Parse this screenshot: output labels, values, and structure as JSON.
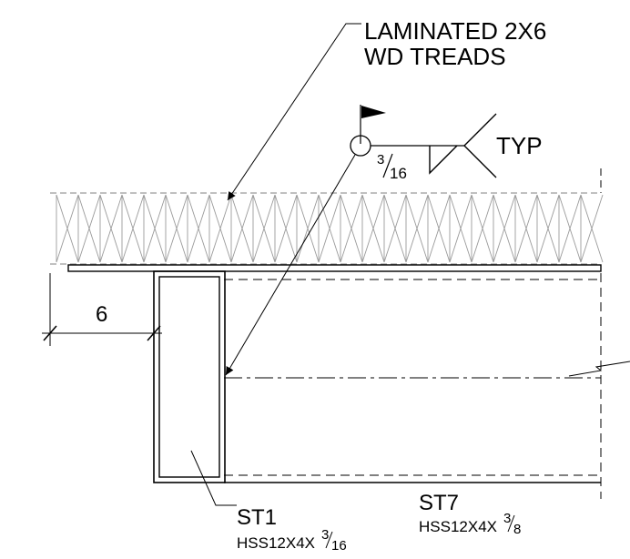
{
  "callout_treads": {
    "line1": "LAMINATED 2X6",
    "line2": "WD TREADS"
  },
  "weld_symbol": {
    "size_num": "3",
    "size_den": "16",
    "note": "TYP"
  },
  "dimension": {
    "value": "6"
  },
  "members": {
    "st1": {
      "mark": "ST1",
      "size_main": "HSS12X4X",
      "size_num": "3",
      "size_den": "16"
    },
    "st7": {
      "mark": "ST7",
      "size_main": "HSS12X4X",
      "size_num": "3",
      "size_den": "8"
    }
  }
}
